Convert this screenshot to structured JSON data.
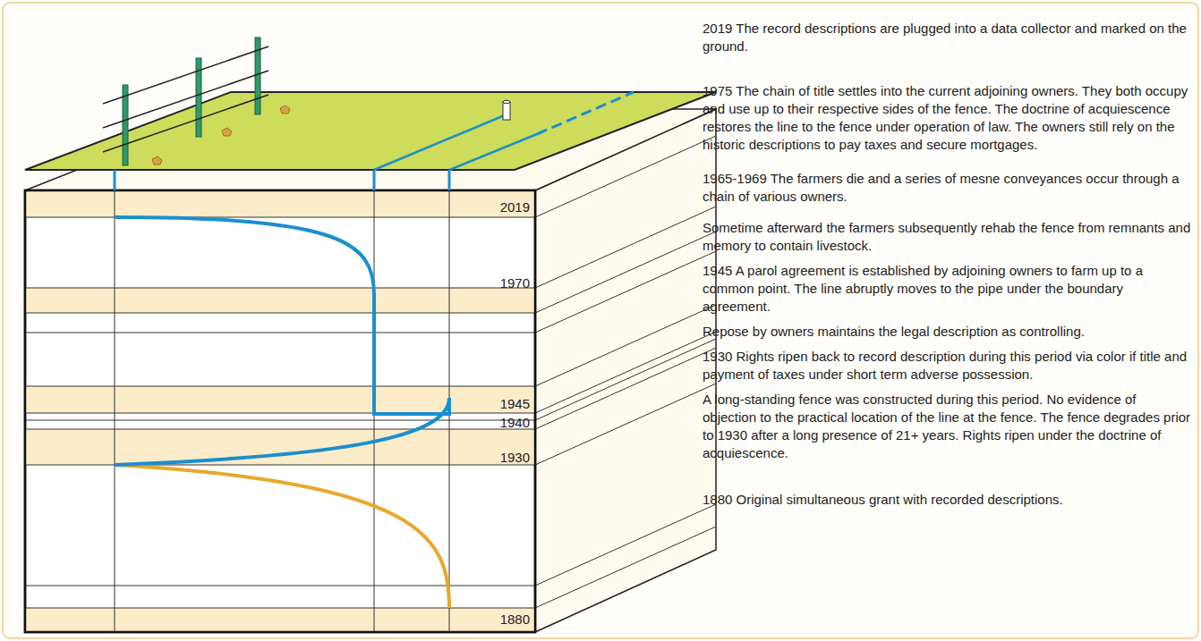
{
  "diagram": {
    "labels": [
      "2019",
      "1970",
      "1945",
      "1940",
      "1930",
      "1880",
      "2019 The record descriptions are plugged into a data collector and marked on the ground.",
      "1975 The chain of title settles into the current adjoining owners. They both occupy and use up to their respective sides of the fence. The doctrine of acquiescence restores the line to the fence under operation of law. The owners still rely on the historic descriptions to pay taxes and secure mortgages.",
      "1965-1969 The farmers die and a series of mesne conveyances occur through a chain of various owners.",
      "Sometime afterward the farmers subsequently rehab the fence from remnants and memory to contain livestock.",
      "1945 A parol agreement is established by adjoining owners to farm up to a common point. The line abruptly moves to the pipe under the boundary agreement.",
      "Repose by owners maintains the legal description as controlling.",
      "1930 Rights ripen back to record description during this period via color if title and payment of taxes under short term adverse possession.",
      "A long-standing fence was constructed during this period. No evidence of objection to the practical location of the line at the fence. The fence degrades prior to 1930 after a long presence of 21+ years. Rights ripen under the doctrine of acquiescence.",
      "1880 Original simultaneous grant with recorded descriptions."
    ]
  }
}
